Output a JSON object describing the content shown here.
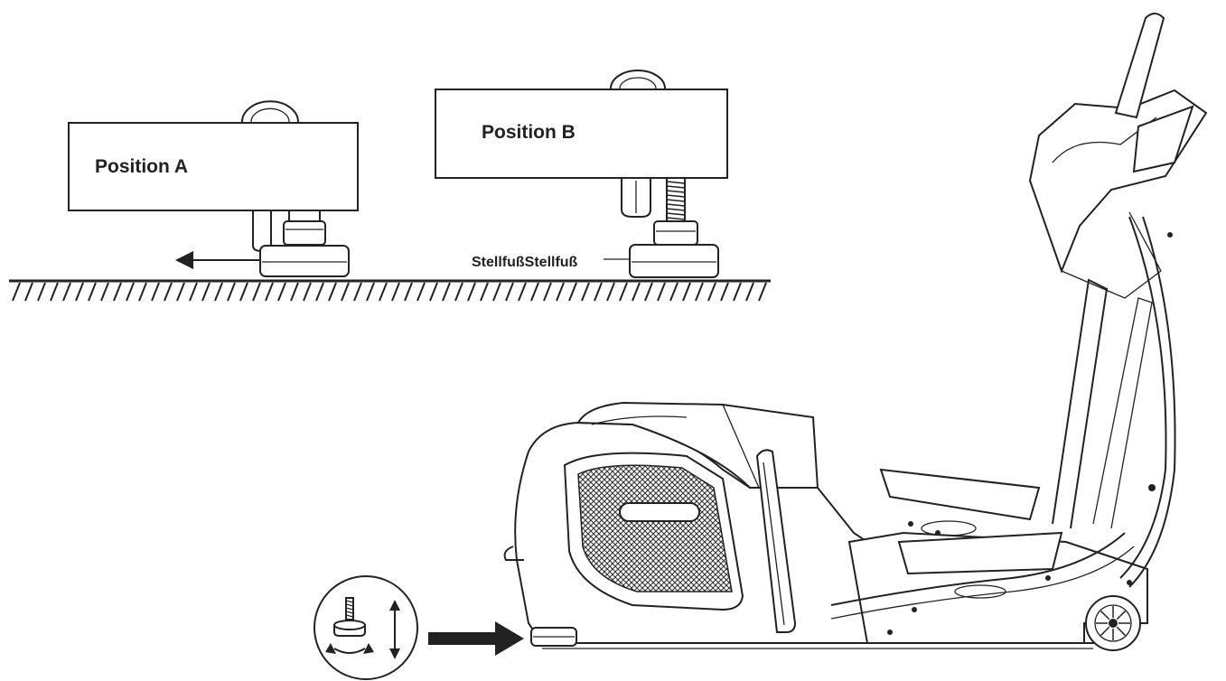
{
  "labels": {
    "position_a": "Position A",
    "position_b": "Position B",
    "foot_label": "StellfußStellfuß"
  },
  "icons": [
    "adjustment-arrow-icon",
    "rotate-arrow-icon",
    "up-down-arrow-icon",
    "pointer-arrow-icon"
  ],
  "colors": {
    "line": "#222222",
    "background": "#ffffff"
  }
}
